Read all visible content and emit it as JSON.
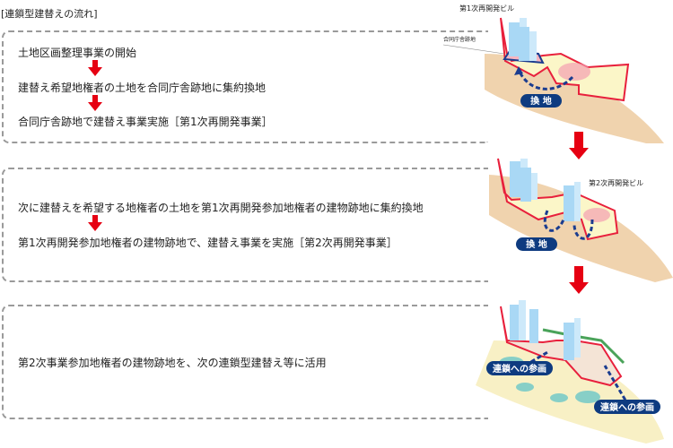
{
  "title": "[連鎖型建替えの流れ]",
  "stages": [
    {
      "steps": [
        "土地区画整理事業の開始",
        "建替え希望地権者の土地を合同庁舎跡地に集約換地",
        "合同庁舎跡地で建替え事業実施［第1次再開発事業］"
      ],
      "illustration": {
        "building_label": "第1次再開発ビル",
        "site_label": "合同庁舎跡地",
        "badge": "換 地"
      }
    },
    {
      "steps": [
        "次に建替えを希望する地権者の土地を第1次再開発参加地権者の建物跡地に集約換地",
        "第1次再開発参加地権者の建物跡地で、建替え事業を実施［第2次再開発事業］"
      ],
      "illustration": {
        "building_label": "第2次再開発ビル",
        "badge": "換 地"
      }
    },
    {
      "steps": [
        "第2次事業参加地権者の建物跡地を、次の連鎖型建替え等に活用"
      ],
      "illustration": {
        "badge_left": "連鎖への参画",
        "badge_right": "連鎖への参画"
      }
    }
  ],
  "colors": {
    "arrow": "#e60012",
    "badge": "#0e3b80",
    "ground": "#f2d9b8",
    "plot": "#fbf6c8",
    "building": "#a9d8f5",
    "boundary": "#e8203c"
  }
}
